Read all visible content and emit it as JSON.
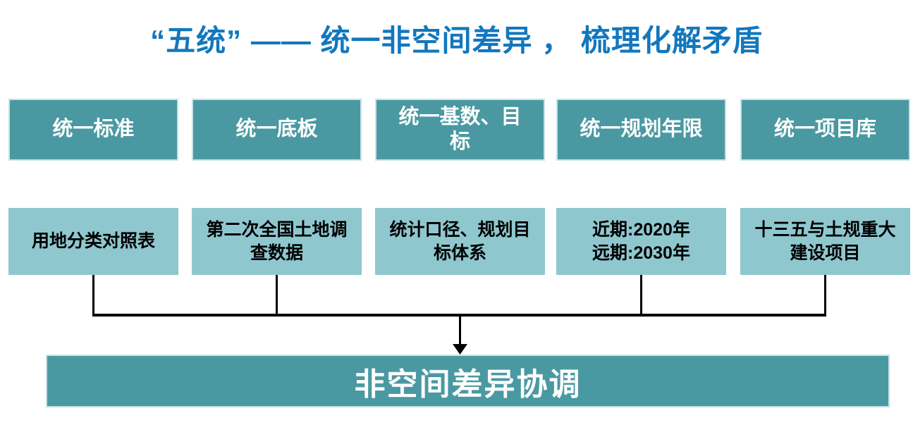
{
  "title": "“五统” —— 统一非空间差异 ， 梳理化解矛盾",
  "colors": {
    "title": "#1277BE",
    "box_primary": "#4A99A2",
    "box_secondary": "#8FC7CF",
    "box_primary_text": "#FFFFFF",
    "box_secondary_text": "#000000",
    "box_border": "#C6E2E6",
    "connector": "#000000"
  },
  "top_row": [
    {
      "label": "统一标准"
    },
    {
      "label": "统一底板"
    },
    {
      "label": "统一基数、目\n标"
    },
    {
      "label": "统一规划年限"
    },
    {
      "label": "统一项目库"
    }
  ],
  "detail_row": [
    {
      "label": "用地分类对照表"
    },
    {
      "label": "第二次全国土地调\n查数据"
    },
    {
      "label": "统计口径、规划目\n标体系"
    },
    {
      "label": "近期:2020年\n远期:2030年"
    },
    {
      "label": "十三五与土规重大\n建设项目"
    }
  ],
  "result_box": {
    "label": "非空间差异协调"
  }
}
